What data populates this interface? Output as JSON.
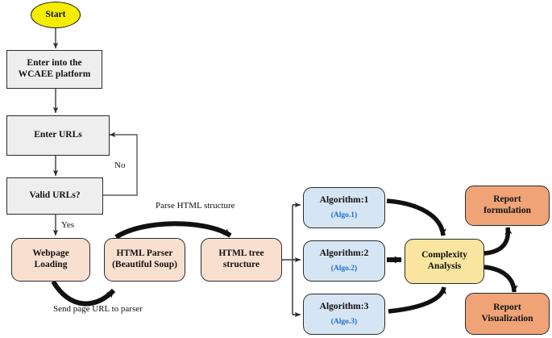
{
  "diagram": {
    "title": "WCAEE platform web complexity analysis flowchart",
    "colors": {
      "terminator_fill": "#f5ec00",
      "process_grey_fill": "#eeeeee",
      "process_pink_fill": "#f9dfcf",
      "algorithm_blue_fill": "#d6e5f3",
      "complexity_yellow_fill": "#fae5a0",
      "report_orange_fill": "#efa377",
      "stroke": "#2b2b2b",
      "sublabel_text": "#1f6fd0"
    }
  },
  "nodes": {
    "start": {
      "label": "Start"
    },
    "enter_platform": {
      "line1": "Enter into the",
      "line2": "WCAEE platform"
    },
    "enter_urls": {
      "label": "Enter URLs"
    },
    "valid_urls": {
      "label": "Valid URLs?"
    },
    "webpage_loading": {
      "line1": "Webpage",
      "line2": "Loading"
    },
    "html_parser": {
      "line1": "HTML Parser",
      "line2": "(Beautiful Soup)"
    },
    "html_tree": {
      "line1": "HTML tree",
      "line2": "structure"
    },
    "algorithm_1": {
      "label": "Algorithm:1",
      "sublabel": "(Algo.1)"
    },
    "algorithm_2": {
      "label": "Algorithm:2",
      "sublabel": "(Algo.2)"
    },
    "algorithm_3": {
      "label": "Algorithm:3",
      "sublabel": "(Algo.3)"
    },
    "complexity_analysis": {
      "line1": "Complexity",
      "line2": "Analysis"
    },
    "report_formulation": {
      "line1": "Report",
      "line2": "formulation"
    },
    "report_visualization": {
      "line1": "Report",
      "line2": "Visualization"
    }
  },
  "edge_labels": {
    "no_branch": "No",
    "yes_branch": "Yes",
    "parse_html": "Parse HTML structure",
    "send_page_url": "Send page URL to parser"
  }
}
